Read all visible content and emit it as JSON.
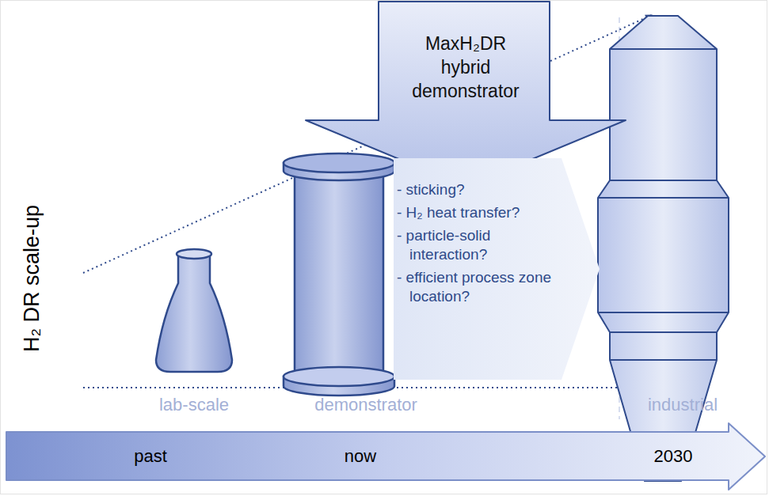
{
  "diagram": {
    "nodes": [
      {
        "text": [
          "MaxH₂DR hybrid demonstrator"
        ]
      },
      {
        "text": [
          "- sticking?",
          "- H₂ heat transfer?",
          "- particle-solid interaction?",
          "- efficient process zone location?"
        ]
      },
      {
        "text": [
          "past",
          "now",
          "2030"
        ]
      }
    ],
    "labels": [
      "H₂ DR scale-up",
      "lab-scale",
      "demonstrator",
      "industrial"
    ]
  }
}
